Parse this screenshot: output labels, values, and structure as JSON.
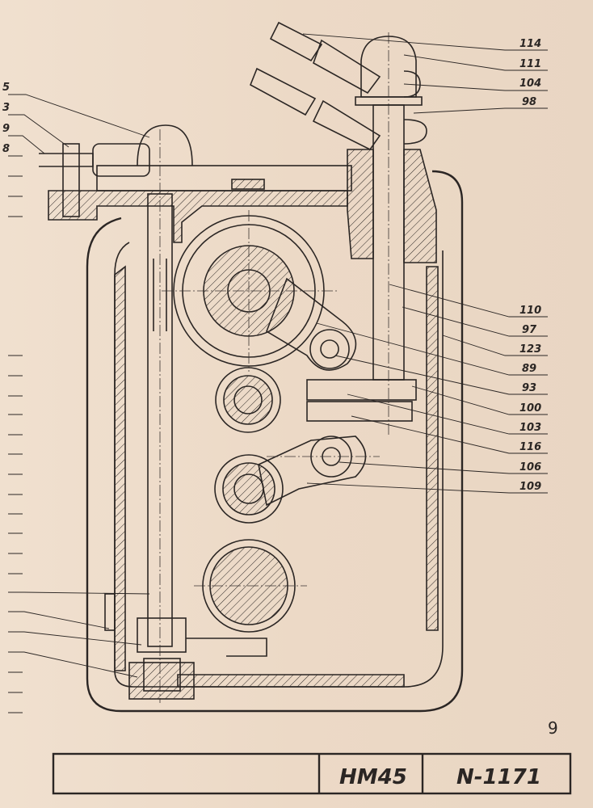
{
  "labels": {
    "right": [
      "114",
      "111",
      "104",
      "98",
      "110",
      "97",
      "123",
      "89",
      "93",
      "100",
      "103",
      "116",
      "106",
      "109"
    ],
    "left": [
      "5",
      "3",
      "9",
      "8"
    ]
  },
  "title_block": {
    "model": "HM45",
    "drawing_number": "N-1171"
  },
  "page_number": "9",
  "colors": {
    "paper": "#ecdccb",
    "ink": "#2b2624"
  }
}
